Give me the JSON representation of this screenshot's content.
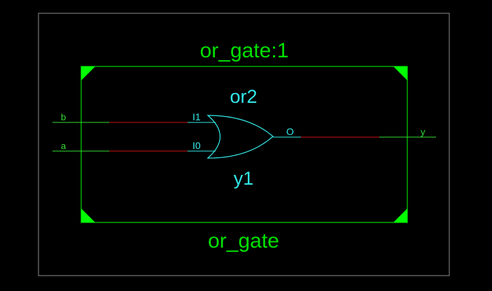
{
  "schematic": {
    "instance_label": "or_gate:1",
    "module_label": "or_gate",
    "gate": {
      "type_label": "or2",
      "instance_name": "y1",
      "pins": {
        "in1": "I1",
        "in0": "I0",
        "out": "O"
      }
    },
    "nets": {
      "input_b": "b",
      "input_a": "a",
      "output_y": "y"
    }
  },
  "colors": {
    "background": "#000000",
    "outer_frame": "#8c8c8c",
    "module_border": "#00ff00",
    "module_text": "#00e000",
    "gate_color": "#33e8e8",
    "net_color": "#33dd33",
    "selected_net": "#cc1111"
  }
}
